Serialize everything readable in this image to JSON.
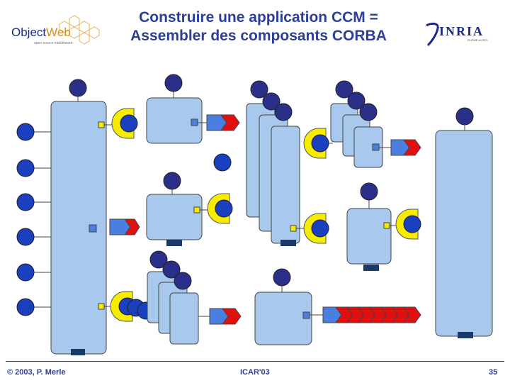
{
  "header": {
    "title_line1": "Construire une application CCM =",
    "title_line2": "Assembler des composants CORBA"
  },
  "logos": {
    "left_name": "Object",
    "left_name_accent": "Web",
    "left_sub": "open source middleware",
    "right_name": "INRIA",
    "right_sub": "RHÔNE-ALPES"
  },
  "footer": {
    "copyright": "© 2003, P. Merle",
    "event": "ICAR'03",
    "page_number": "35"
  },
  "colors": {
    "title": "#2c3e96",
    "component_fill": "#a8c8ee",
    "port_blue": "#1a3fbf",
    "port_dark": "#2a2f8a",
    "facet_yellow": "#f5ec00",
    "event_red": "#e01010",
    "event_blue": "#4a7fe0",
    "home_base": "#1a3a6a"
  }
}
